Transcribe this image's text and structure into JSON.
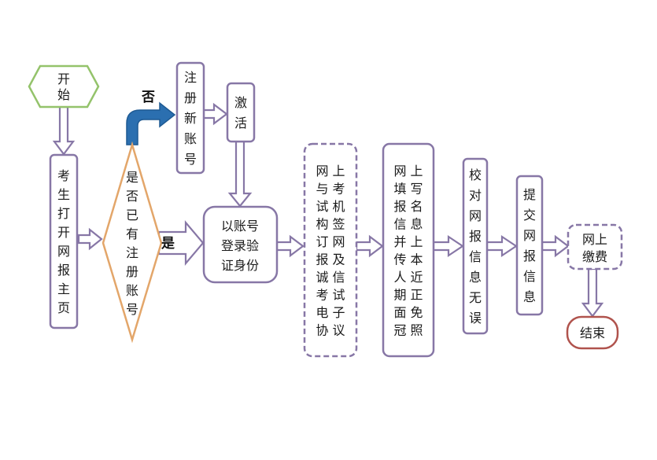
{
  "nodes": {
    "start": "开始",
    "open_home": "考生打开网报主页",
    "decision": "是否已有注册账号",
    "register": "注册新账号",
    "activate": "激活",
    "login_l1": "以账号",
    "login_l2": "登录验",
    "login_l3": "证身份",
    "sign_agreement": "网上与考试机构签订网报及诚信考试电子协议",
    "fill_info": "网上填写报名信息并上传本人近期正面免冠照",
    "verify": "校对网报信息无误",
    "submit": "提交网报信息",
    "pay_l1": "网上",
    "pay_l2": "缴费",
    "end": "结束"
  },
  "labels": {
    "no": "否",
    "yes": "是"
  },
  "colors": {
    "box_stroke": "#8777a6",
    "start_stroke": "#94c36b",
    "decision_stroke": "#e3a66a",
    "end_stroke": "#b0534d",
    "no_arrow_fill": "#2b6fb0"
  }
}
